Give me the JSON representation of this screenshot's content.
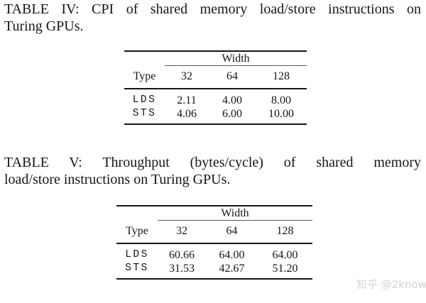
{
  "page": {
    "background": "#ffffff",
    "text_color": "#161616",
    "rule_color": "#161616",
    "cmidrule_color": "#5a5a5a"
  },
  "captions": {
    "table4_line1": "TABLE IV: CPI of shared memory load/store instructions on",
    "table4_line2": "Turing GPUs.",
    "table5_line1": "TABLE V: Throughput (bytes/cycle) of shared memory",
    "table5_line2": "load/store instructions on Turing GPUs."
  },
  "table4": {
    "title": "CPI of shared memory load/store instructions on Turing GPUs",
    "group_header": "Width",
    "columns": [
      "Type",
      "32",
      "64",
      "128"
    ],
    "rows": [
      {
        "label": "LDS",
        "values": [
          "2.11",
          "4.00",
          "8.00"
        ]
      },
      {
        "label": "STS",
        "values": [
          "4.06",
          "6.00",
          "10.00"
        ]
      }
    ]
  },
  "table5": {
    "title": "Throughput (bytes/cycle) of shared memory load/store instructions on Turing GPUs",
    "group_header": "Width",
    "columns": [
      "Type",
      "32",
      "64",
      "128"
    ],
    "rows": [
      {
        "label": "LDS",
        "values": [
          "60.66",
          "64.00",
          "64.00"
        ]
      },
      {
        "label": "STS",
        "values": [
          "31.53",
          "42.67",
          "51.20"
        ]
      }
    ]
  },
  "watermark": {
    "text": "知乎 @2know",
    "color": "#d2d2d2"
  }
}
